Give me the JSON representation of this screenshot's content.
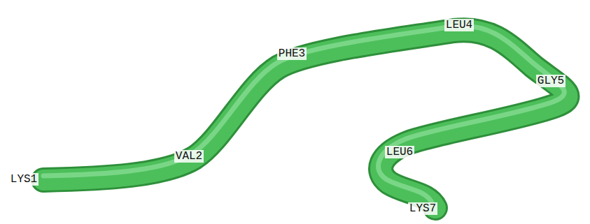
{
  "diagram": {
    "labels": [
      "LYS1",
      "VAL2",
      "PHE3",
      "LEU4",
      "GLY5",
      "LEU6",
      "LYS7"
    ]
  }
}
